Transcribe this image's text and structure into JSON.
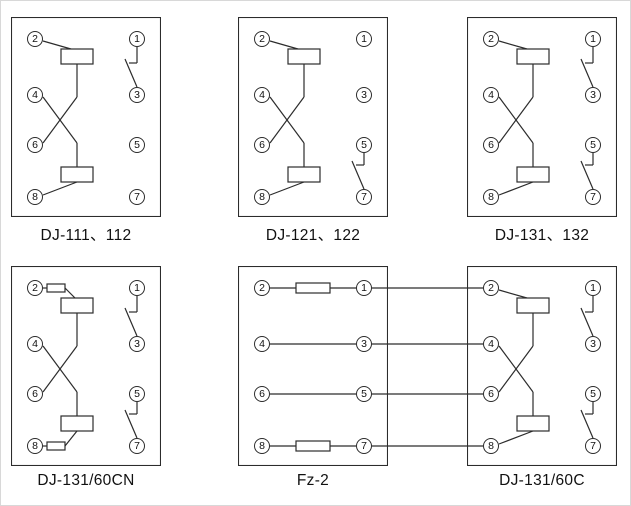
{
  "page": {
    "background": "#ffffff",
    "line_color": "#2c2c2c"
  },
  "diagrams": [
    {
      "label": "DJ-111、112",
      "left_terminals": [
        "2",
        "4",
        "6",
        "8"
      ],
      "right_terminals": [
        "1",
        "3",
        "5",
        "7"
      ],
      "contacts": "1-3",
      "components": [
        "coil",
        "coil",
        "no-contact-1-3"
      ]
    },
    {
      "label": "DJ-121、122",
      "left_terminals": [
        "2",
        "4",
        "6",
        "8"
      ],
      "right_terminals": [
        "1",
        "3",
        "5",
        "7"
      ],
      "contacts": "5-7",
      "components": [
        "coil",
        "coil",
        "no-contact-5-7"
      ]
    },
    {
      "label": "DJ-131、132",
      "left_terminals": [
        "2",
        "4",
        "6",
        "8"
      ],
      "right_terminals": [
        "1",
        "3",
        "5",
        "7"
      ],
      "contacts": "1-3, 5-7",
      "components": [
        "coil",
        "coil",
        "no-contact-1-3",
        "no-contact-5-7"
      ]
    },
    {
      "label": "DJ-131/60CN",
      "left_terminals": [
        "2",
        "4",
        "6",
        "8"
      ],
      "right_terminals": [
        "1",
        "3",
        "5",
        "7"
      ],
      "contacts": "1-3, 5-7",
      "components": [
        "resistor",
        "coil",
        "coil",
        "resistor",
        "no-contact-1-3",
        "no-contact-5-7"
      ]
    },
    {
      "label": "Fz-2",
      "left_terminals": [
        "2",
        "4",
        "6",
        "8"
      ],
      "right_terminals": [
        "1",
        "3",
        "5",
        "7"
      ],
      "contacts": "",
      "components": [
        "resistor-2-1",
        "wire-4-3",
        "wire-6-5",
        "resistor-8-7"
      ]
    },
    {
      "label": "DJ-131/60C",
      "left_terminals": [
        "2",
        "4",
        "6",
        "8"
      ],
      "right_terminals": [
        "1",
        "3",
        "5",
        "7"
      ],
      "contacts": "1-3, 5-7",
      "components": [
        "coil",
        "coil",
        "no-contact-1-3",
        "no-contact-5-7"
      ]
    }
  ]
}
